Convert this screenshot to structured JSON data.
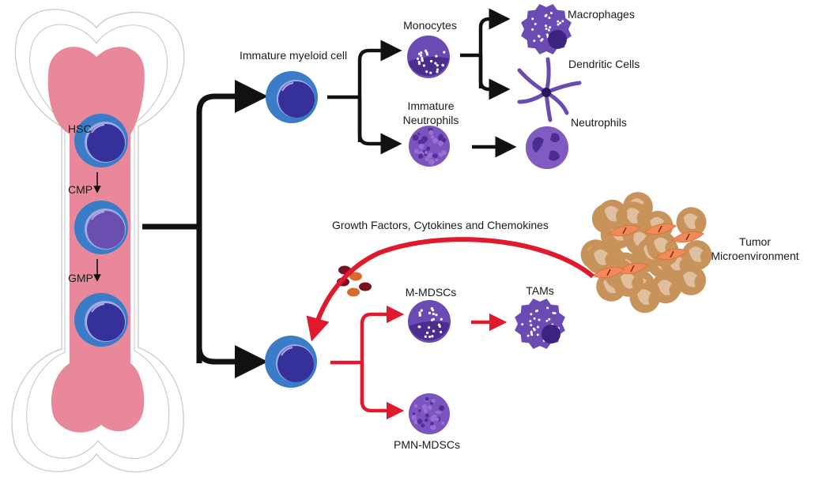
{
  "colors": {
    "bone_outline": "#c9c9c9",
    "marrow": "#e8889a",
    "stem_cell_outer": "#3a7cc8",
    "stem_cell_inner": "#35309a",
    "cmp_inner": "#6a4fb0",
    "myeloid_purple": "#6b4bb3",
    "monocyte_dark": "#4a2d8f",
    "neutrophil_purple": "#7a55bf",
    "neutrophil_granule": "#9a6fd0",
    "black_arrow": "#111111",
    "red_arrow": "#e01a2c",
    "tumor_cell": "#c8935a",
    "tumor_cell_light": "#dfbf9e",
    "tumor_fibroblast": "#f08a5a",
    "cytokine_dark": "#7a1020",
    "cytokine_orange": "#d86a2a"
  },
  "bone": {
    "labels": {
      "hsc": "HSC",
      "cmp": "CMP",
      "gmp": "GMP"
    }
  },
  "normal_pathway": {
    "immature_myeloid": "Immature myeloid cell",
    "monocytes": "Monocytes",
    "macrophages": "Macrophages",
    "dendritic_cells": "Dendritic Cells",
    "immature_neutrophils_line1": "Immature",
    "immature_neutrophils_line2": "Neutrophils",
    "neutrophils": "Neutrophils"
  },
  "tumor_pathway": {
    "signals": "Growth Factors, Cytokines and Chemokines",
    "tumor_line1": "Tumor",
    "tumor_line2": "Microenvironment",
    "m_mdscs": "M-MDSCs",
    "tams": "TAMs",
    "pmn_mdscs": "PMN-MDSCs"
  }
}
